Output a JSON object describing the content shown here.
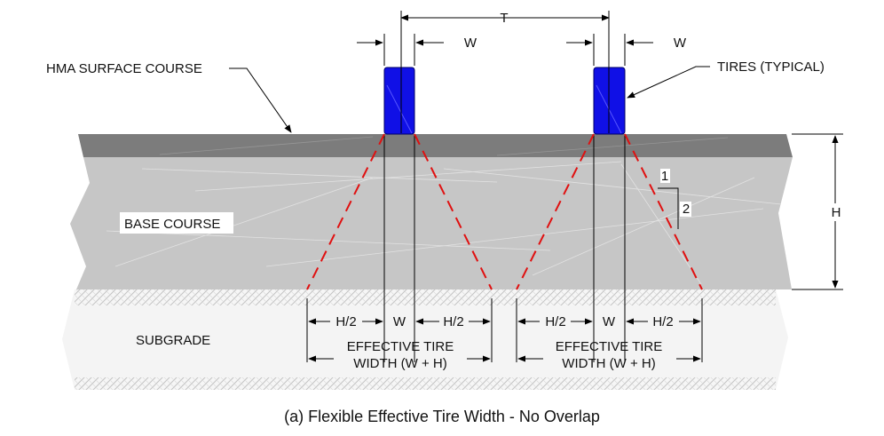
{
  "labels": {
    "dim_t": "T",
    "dim_w_left": "W",
    "dim_w_right": "W",
    "hma_surface_course": "HMA SURFACE COURSE",
    "tires_typical": "TIRES (TYPICAL)",
    "slope_1": "1",
    "slope_2": "2",
    "dim_h": "H",
    "base_course": "BASE COURSE",
    "subgrade": "SUBGRADE",
    "left_half_h_a": "H/2",
    "left_w": "W",
    "left_half_h_b": "H/2",
    "left_effective_line1": "EFFECTIVE TIRE",
    "left_effective_line2": "WIDTH (W + H)",
    "right_half_h_a": "H/2",
    "right_w": "W",
    "right_half_h_b": "H/2",
    "right_effective_line1": "EFFECTIVE TIRE",
    "right_effective_line2": "WIDTH (W + H)"
  },
  "caption": "(a) Flexible Effective Tire Width - No Overlap",
  "colors": {
    "tire": "#1010e6",
    "hma": "#7c7c7c",
    "base": "#c6c6c6",
    "subgrade": "#f4f4f4",
    "load_spread": "#e01010"
  }
}
